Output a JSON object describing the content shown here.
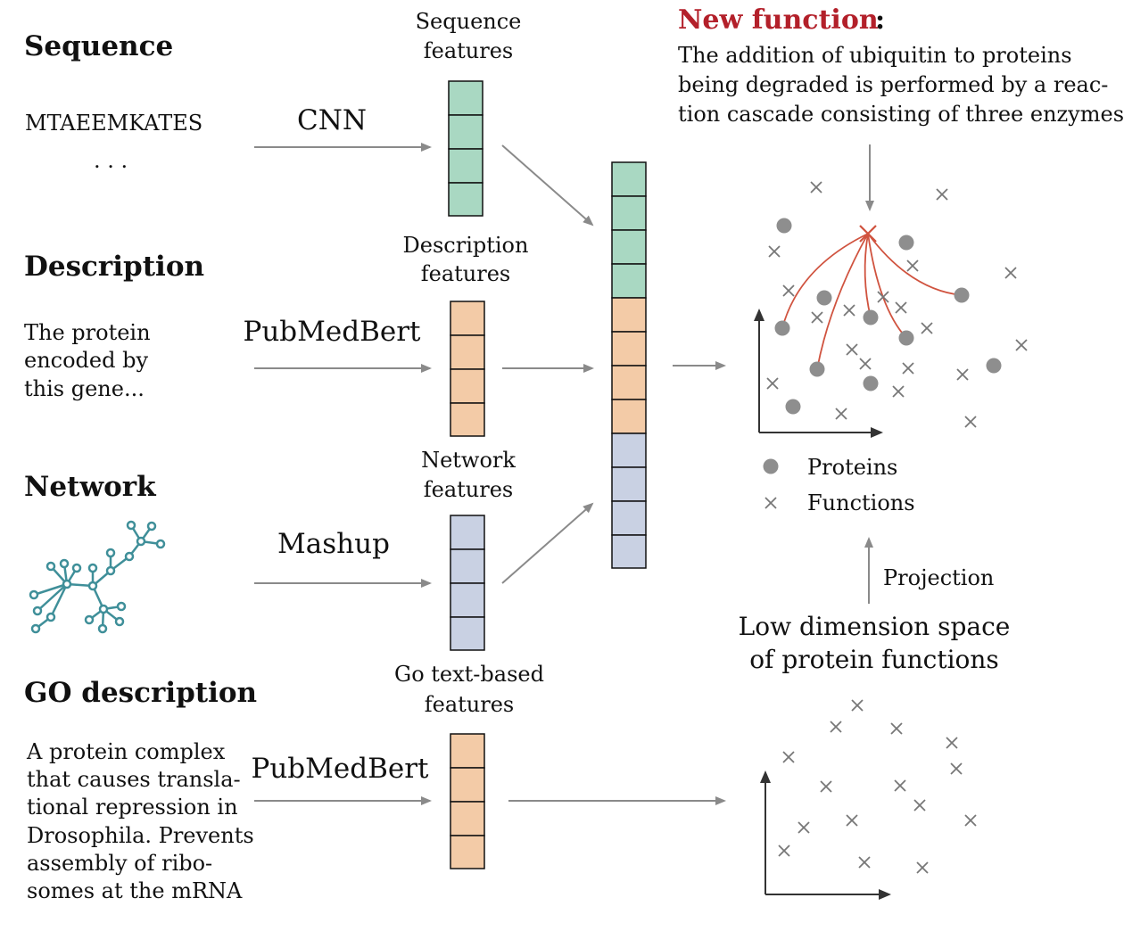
{
  "colors": {
    "sequence_cell": "#a9d8c2",
    "description_cell": "#f3cba7",
    "network_cell": "#c9d1e3",
    "go_cell": "#f3cba7",
    "arrow": "#8a8a8a",
    "accent_red": "#c8392b",
    "title_red": "#b3202a",
    "point_gray": "#8e8e8e",
    "network_teal": "#3f8f99"
  },
  "inputs": {
    "sequence": {
      "title": "Sequence",
      "text": "MTAEEMKATES",
      "ellipsis": ". . ."
    },
    "description": {
      "title": "Description",
      "lines": [
        "The protein",
        "encoded by",
        "this gene..."
      ]
    },
    "network": {
      "title": "Network"
    },
    "go": {
      "title": "GO description",
      "lines": [
        "A protein complex",
        "that causes transla-",
        "tional repression in",
        "Drosophila. Prevents",
        "assembly of ribo-",
        "somes at the mRNA"
      ]
    }
  },
  "models": {
    "sequence": "CNN",
    "description": "PubMedBert",
    "network": "Mashup",
    "go": "PubMedBert"
  },
  "features": {
    "sequence": [
      "Sequence",
      "features"
    ],
    "description": [
      "Description",
      "features"
    ],
    "network": [
      "Network",
      "features"
    ],
    "go": [
      "Go text-based",
      "features"
    ]
  },
  "new_function": {
    "title": "New function",
    "colon": ":",
    "lines": [
      "The addition of ubiquitin to proteins",
      "being degraded is performed by a reac-",
      "tion cascade consisting of three enzymes"
    ]
  },
  "legend": {
    "proteins": "Proteins",
    "functions": "Functions"
  },
  "projection": "Projection",
  "low_dim": [
    "Low dimension space",
    "of protein functions"
  ]
}
